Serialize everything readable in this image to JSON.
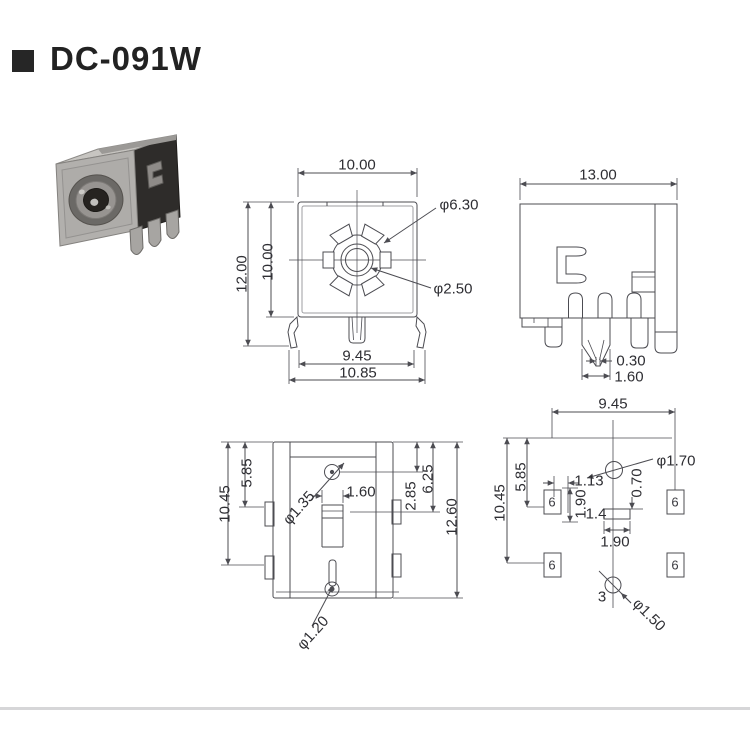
{
  "title": {
    "bullet": "■",
    "text": "DC-091W"
  },
  "views": {
    "front": {
      "dims": {
        "body_width": "10.00",
        "body_height": "12.00",
        "inner_height": "10.00",
        "outer_dia": "φ6.30",
        "pin_dia": "φ2.50",
        "pin_span": "9.45",
        "foot_span": "10.85"
      }
    },
    "side": {
      "dims": {
        "body_depth": "13.00",
        "pin_tip": "0.30",
        "pin_width": "1.60"
      }
    },
    "bottom": {
      "dims": {
        "inner_height": "5.85",
        "mid_height": "10.45",
        "hole_top_dia": "φ1.35",
        "slot_width": "1.60",
        "offset_a": "2.85",
        "offset_b": "6.25",
        "total_height": "12.60",
        "hole_bottom_dia": "φ1.20"
      }
    },
    "footprint": {
      "dims": {
        "span_width": "9.45",
        "total_height": "10.45",
        "inner_height": "5.85",
        "offset_a": "1.13",
        "pitch_v": "1.90",
        "pad_height": "1.4",
        "pad_offset": "0.70",
        "hole_top_dia": "φ1.70",
        "pad_width": "1.90",
        "pin_number": "3",
        "hole_bottom_dia": "φ1.50"
      },
      "pads": [
        "6",
        "6",
        "6",
        "6"
      ]
    }
  }
}
